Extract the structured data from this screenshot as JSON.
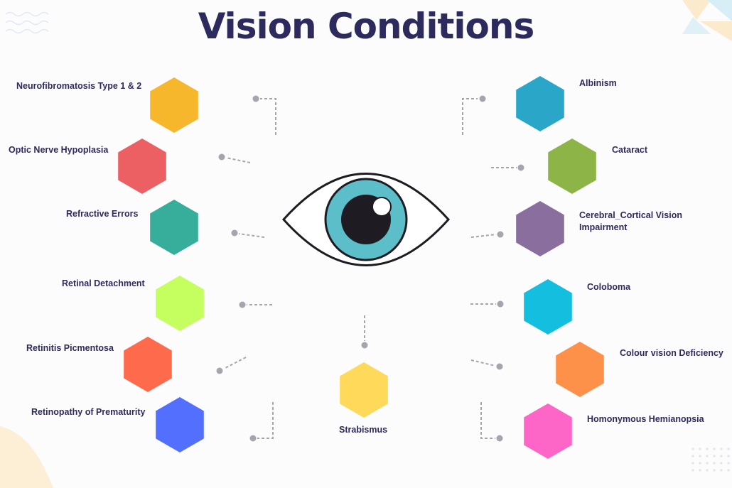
{
  "title": "Vision Conditions",
  "conditions": [
    {
      "label": "Neurofibromatosis Type 1 & 2",
      "color": "#f7b72c"
    },
    {
      "label": "Optic Nerve Hypoplasia",
      "color": "#ec5f62"
    },
    {
      "label": "Refractive Errors",
      "color": "#37ae9b"
    },
    {
      "label": "Retinal Detachment",
      "color": "#c5ff5f"
    },
    {
      "label": "Retinitis Picmentosa",
      "color": "#fd6b4c"
    },
    {
      "label": "Retinopathy of Prematurity",
      "color": "#526ffe"
    },
    {
      "label": "Albinism",
      "color": "#2aa7c8"
    },
    {
      "label": "Cataract",
      "color": "#8db446"
    },
    {
      "label": "Cerebral_Cortical Vision Impairment",
      "color": "#8a6e9e"
    },
    {
      "label": "Coloboma",
      "color": "#14bedf"
    },
    {
      "label": "Colour vision Deficiency",
      "color": "#fd914a"
    },
    {
      "label": "Homonymous Hemianopsia",
      "color": "#fd66c7"
    },
    {
      "label": "Strabismus",
      "color": "#ffd95a"
    }
  ],
  "icons": {
    "center": "eye-icon"
  },
  "colors": {
    "title": "#2d2a5e",
    "connector": "#a5a5ad",
    "iris": "#5bbec9",
    "pupil": "#1f1b22",
    "outline": "#1f1b22"
  }
}
